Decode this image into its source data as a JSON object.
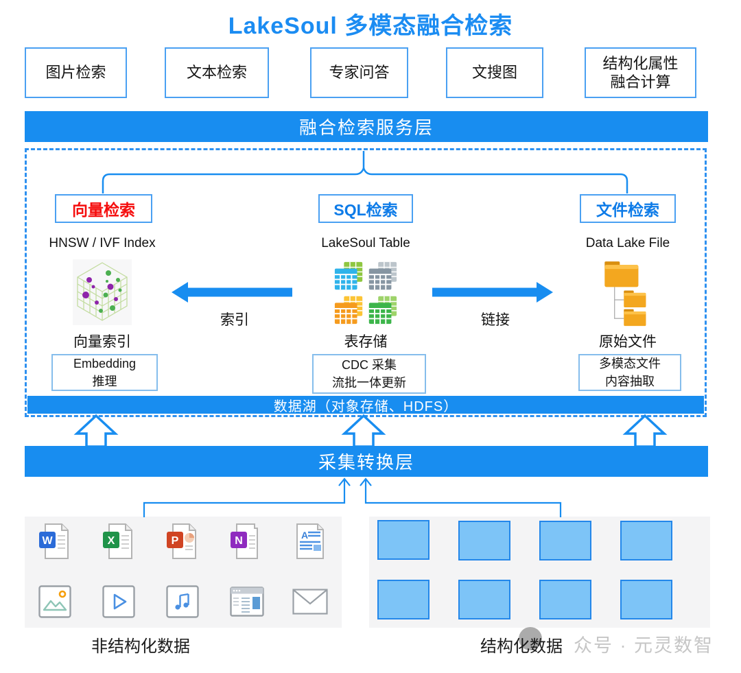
{
  "title": "LakeSoul 多模态融合检索",
  "top_boxes": [
    {
      "label": "图片检索"
    },
    {
      "label": "文本检索"
    },
    {
      "label": "专家问答"
    },
    {
      "label": "文搜图"
    },
    {
      "label_line1": "结构化属性",
      "label_line2": "融合计算"
    }
  ],
  "service_layer_bar": "融合检索服务层",
  "vector_section": {
    "tag": "向量检索",
    "subtitle": "HNSW / IVF Index",
    "icon": "vector-index-3d-scatter-icon",
    "caption": "向量索引",
    "box_line1": "Embedding",
    "box_line2": "推理"
  },
  "sql_section": {
    "tag": "SQL检索",
    "subtitle": "LakeSoul Table",
    "icon": "table-storage-icon",
    "caption": "表存储",
    "box_line1": "CDC 采集",
    "box_line2": "流批一体更新"
  },
  "file_section": {
    "tag": "文件检索",
    "subtitle": "Data Lake File",
    "icon": "folder-tree-icon",
    "caption": "原始文件",
    "box_line1": "多模态文件",
    "box_line2": "内容抽取"
  },
  "index_arrow_label": "索引",
  "link_arrow_label": "链接",
  "datalake_bar": "数据湖（对象存储、HDFS）",
  "collect_layer_bar": "采集转换层",
  "unstructured": {
    "label": "非结构化数据",
    "icons": [
      "word-file-icon",
      "excel-file-icon",
      "powerpoint-file-icon",
      "onenote-file-icon",
      "text-document-icon",
      "image-file-icon",
      "video-file-icon",
      "audio-file-icon",
      "webpage-file-icon",
      "email-file-icon"
    ]
  },
  "structured": {
    "label": "结构化数据",
    "table_count": 8
  },
  "watermark": {
    "text": "众号 · 元灵数智",
    "icon": "watermark-logo-circle"
  },
  "colors": {
    "primary_blue": "#188df0",
    "title_blue": "#1b8cf2",
    "box_border_blue": "#4aa0f2",
    "red_accent": "#f50d0d",
    "tag_text_blue": "#0d7be8",
    "cell_fill_blue": "#7dc4f7",
    "cell_border_blue": "#2387ea",
    "panel_gray": "#f4f4f5",
    "watermark_gray": "#c6c6c6",
    "folder_orange": "#f3a71f",
    "table_blue": "#2fb3ea",
    "table_gray": "#8695a2",
    "table_orange": "#f59b1e",
    "table_green": "#3cb54a"
  }
}
